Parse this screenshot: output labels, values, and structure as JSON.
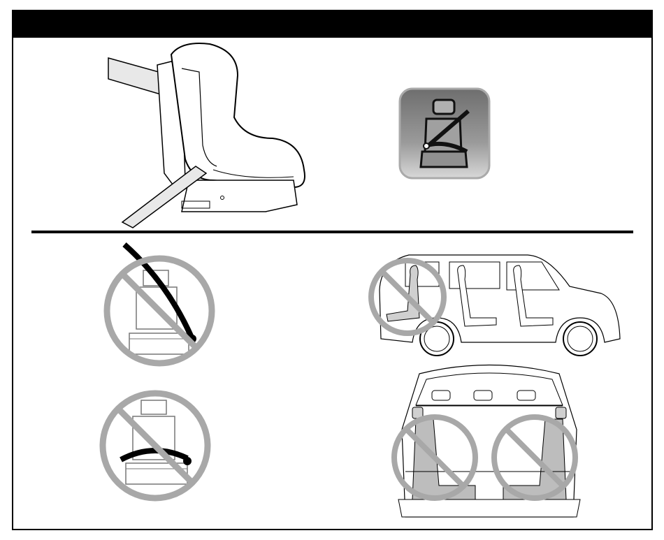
{
  "header": {
    "title": ""
  },
  "colors": {
    "bar": "#000000",
    "prohibition": "#a8a8a8",
    "icon_bg": "#8a8a8a",
    "strap": "#e8e8e8"
  },
  "icons": {
    "seat_belt_badge": "seatbelt-icon",
    "prohibited": "prohibition-icon"
  },
  "sections": {
    "top": [
      "car-seat-illustration",
      "seatbelt-badge"
    ],
    "bottom_left": [
      "shoulder-belt-prohibited",
      "lap-belt-prohibited"
    ],
    "bottom_right": [
      "van-side-view",
      "van-rear-view"
    ]
  }
}
